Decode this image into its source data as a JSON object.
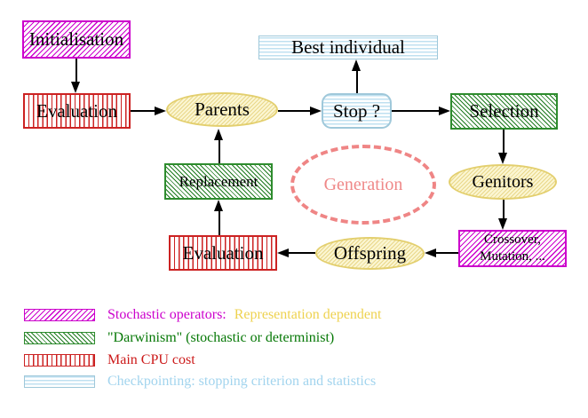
{
  "diagram": {
    "nodes": {
      "initialisation": {
        "label": "Initialisation"
      },
      "evaluation_top": {
        "label": "Evaluation"
      },
      "parents": {
        "label": "Parents"
      },
      "best_individual": {
        "label": "Best individual"
      },
      "stop": {
        "label": "Stop ?"
      },
      "selection": {
        "label": "Selection"
      },
      "replacement": {
        "label": "Replacement"
      },
      "generation": {
        "label": "Generation"
      },
      "genitors": {
        "label": "Genitors"
      },
      "evaluation_bottom": {
        "label": "Evaluation"
      },
      "offspring": {
        "label": "Offspring"
      },
      "crossover_mutation": {
        "line1": "Crossover,",
        "line2": "Mutation, ..."
      }
    },
    "legend": {
      "row1": {
        "label_a": "Stochastic operators:",
        "label_b": "Representation dependent"
      },
      "row2": {
        "label": "\"Darwinism\" (stochastic or determinist)"
      },
      "row3": {
        "label": "Main CPU cost"
      },
      "row4": {
        "label": "Checkpointing: stopping criterion and statistics"
      }
    },
    "colors": {
      "magenta": "#cc00cc",
      "red_stripe": "#cc2222",
      "red_text": "#cc1a1a",
      "green_border": "#2d8c2d",
      "green_hatch": "#1e7a1e",
      "green_text": "#067806",
      "cyan_stripe": "#bfe0f0",
      "cyan_border": "#9fc8da",
      "cyan_text": "#a2d4ee",
      "yellow_fill": "#fbf6d2",
      "yellow_hatch": "#e9d78a",
      "yellow_border": "#e3cf6e",
      "gold_text": "#eed24f",
      "salmon": "#ef8585",
      "arrow": "#000000",
      "background": "#ffffff"
    }
  }
}
